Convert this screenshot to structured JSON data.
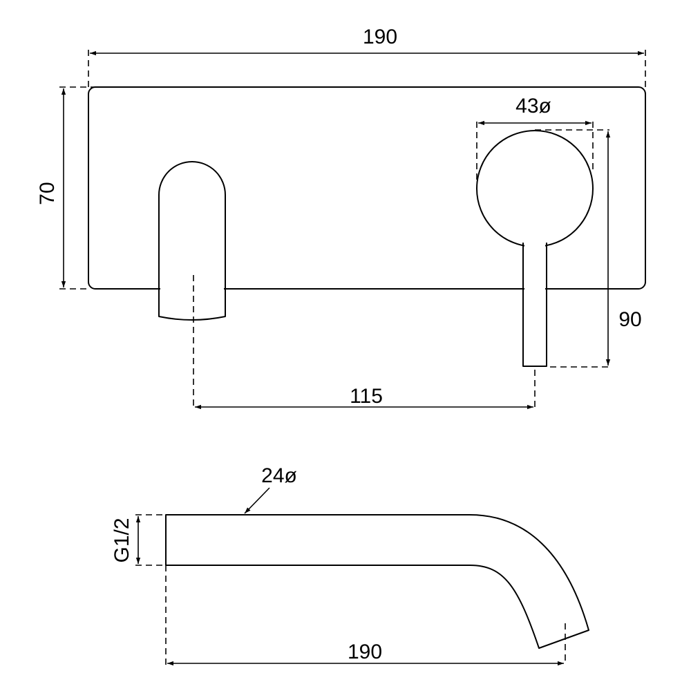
{
  "labels": {
    "top_width": "190",
    "plate_height": "70",
    "handle_diameter": "43ø",
    "handle_height": "90",
    "centers_distance": "115",
    "spout_diameter": "24ø",
    "thread": "G1/2",
    "spout_length": "190"
  }
}
